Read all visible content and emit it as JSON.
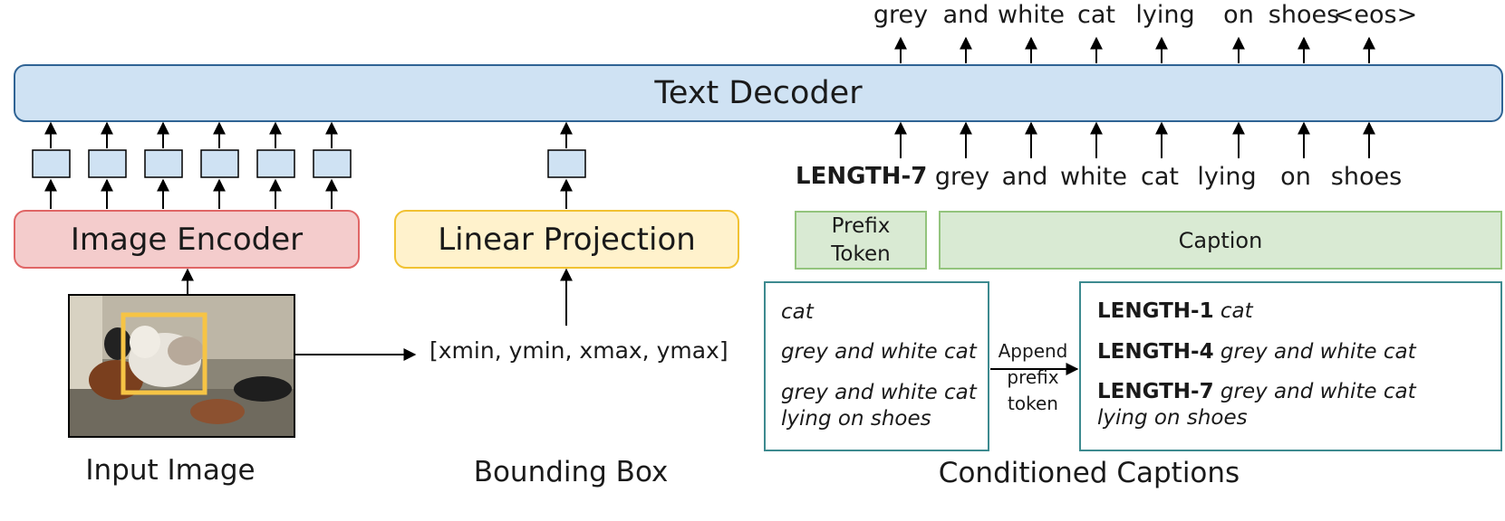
{
  "output_tokens": [
    "grey",
    "and",
    "white",
    "cat",
    "lying",
    "on",
    "shoes",
    "<eos>"
  ],
  "decoder_label": "Text Decoder",
  "input_tokens": [
    "LENGTH-7",
    "grey",
    "and",
    "white",
    "cat",
    "lying",
    "on",
    "shoes"
  ],
  "image_encoder_label": "Image Encoder",
  "linear_projection_label": "Linear Projection",
  "prefix_token_label": [
    "Prefix",
    "Token"
  ],
  "caption_label": "Caption",
  "bbox_coords": "[xmin, ymin, xmax, ymax]",
  "captions_before": [
    "cat",
    "grey and white cat",
    "grey and white cat",
    "lying on shoes"
  ],
  "append_label": [
    "Append",
    "prefix",
    "token"
  ],
  "captions_after": [
    {
      "prefix": "LENGTH-1",
      "text": "cat"
    },
    {
      "prefix": "LENGTH-4",
      "text": "grey and white cat"
    },
    {
      "prefix": "LENGTH-7",
      "text": "grey and white cat",
      "text2": "lying on shoes"
    }
  ],
  "bottom_labels": {
    "input_image": "Input Image",
    "bounding_box": "Bounding Box",
    "conditioned_captions": "Conditioned Captions"
  },
  "colors": {
    "decoder_fill": "#cfe2f3",
    "decoder_stroke": "#2f6394",
    "encoder_fill": "#f4cccc",
    "encoder_stroke": "#e06666",
    "projection_fill": "#fff2cc",
    "projection_stroke": "#f1c232",
    "prefix_fill": "#d9ead3",
    "prefix_stroke": "#93c47d",
    "caption_box_stroke": "#3d8a8f",
    "bbox_highlight": "#f6c445"
  }
}
